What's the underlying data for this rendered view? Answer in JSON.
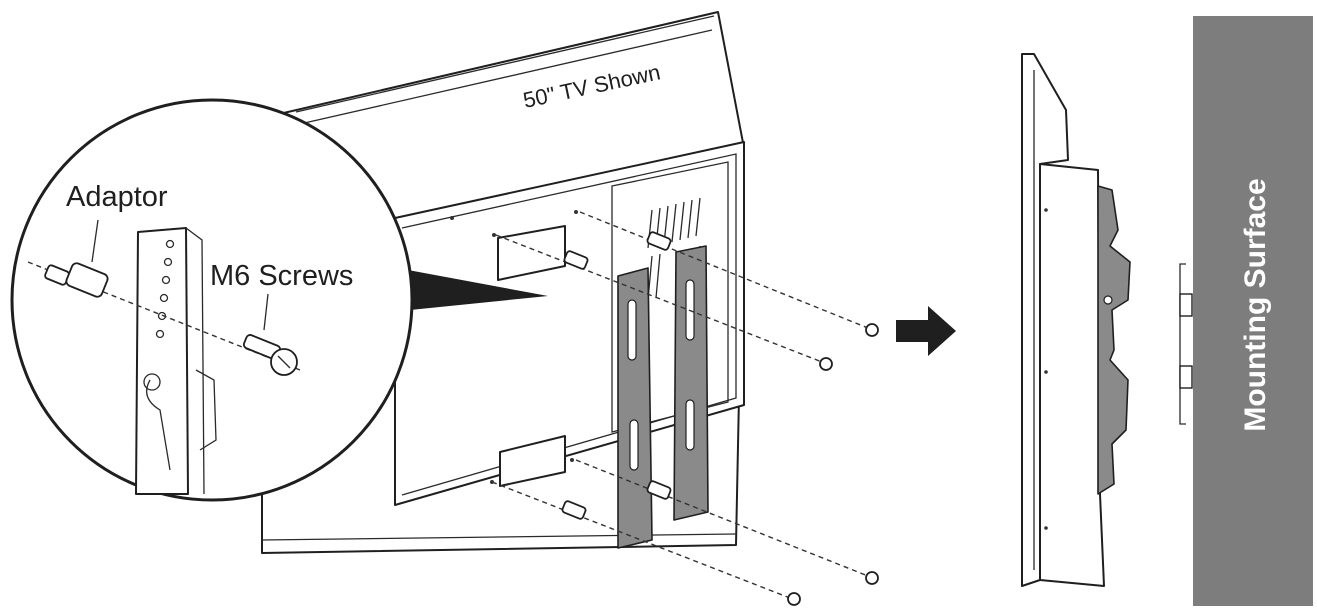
{
  "labels": {
    "tv_size": "50\" TV Shown",
    "adaptor": "Adaptor",
    "m6_screws": "M6 Screws",
    "mounting_surface": "Mounting Surface"
  },
  "colors": {
    "line": "#1f1f1f",
    "bracket_fill": "#8a8a8a",
    "wall_panel": "#7d7d7d",
    "wall_text": "#ffffff",
    "background": "#ffffff"
  },
  "icons": {
    "direction": "arrow-right-icon"
  }
}
